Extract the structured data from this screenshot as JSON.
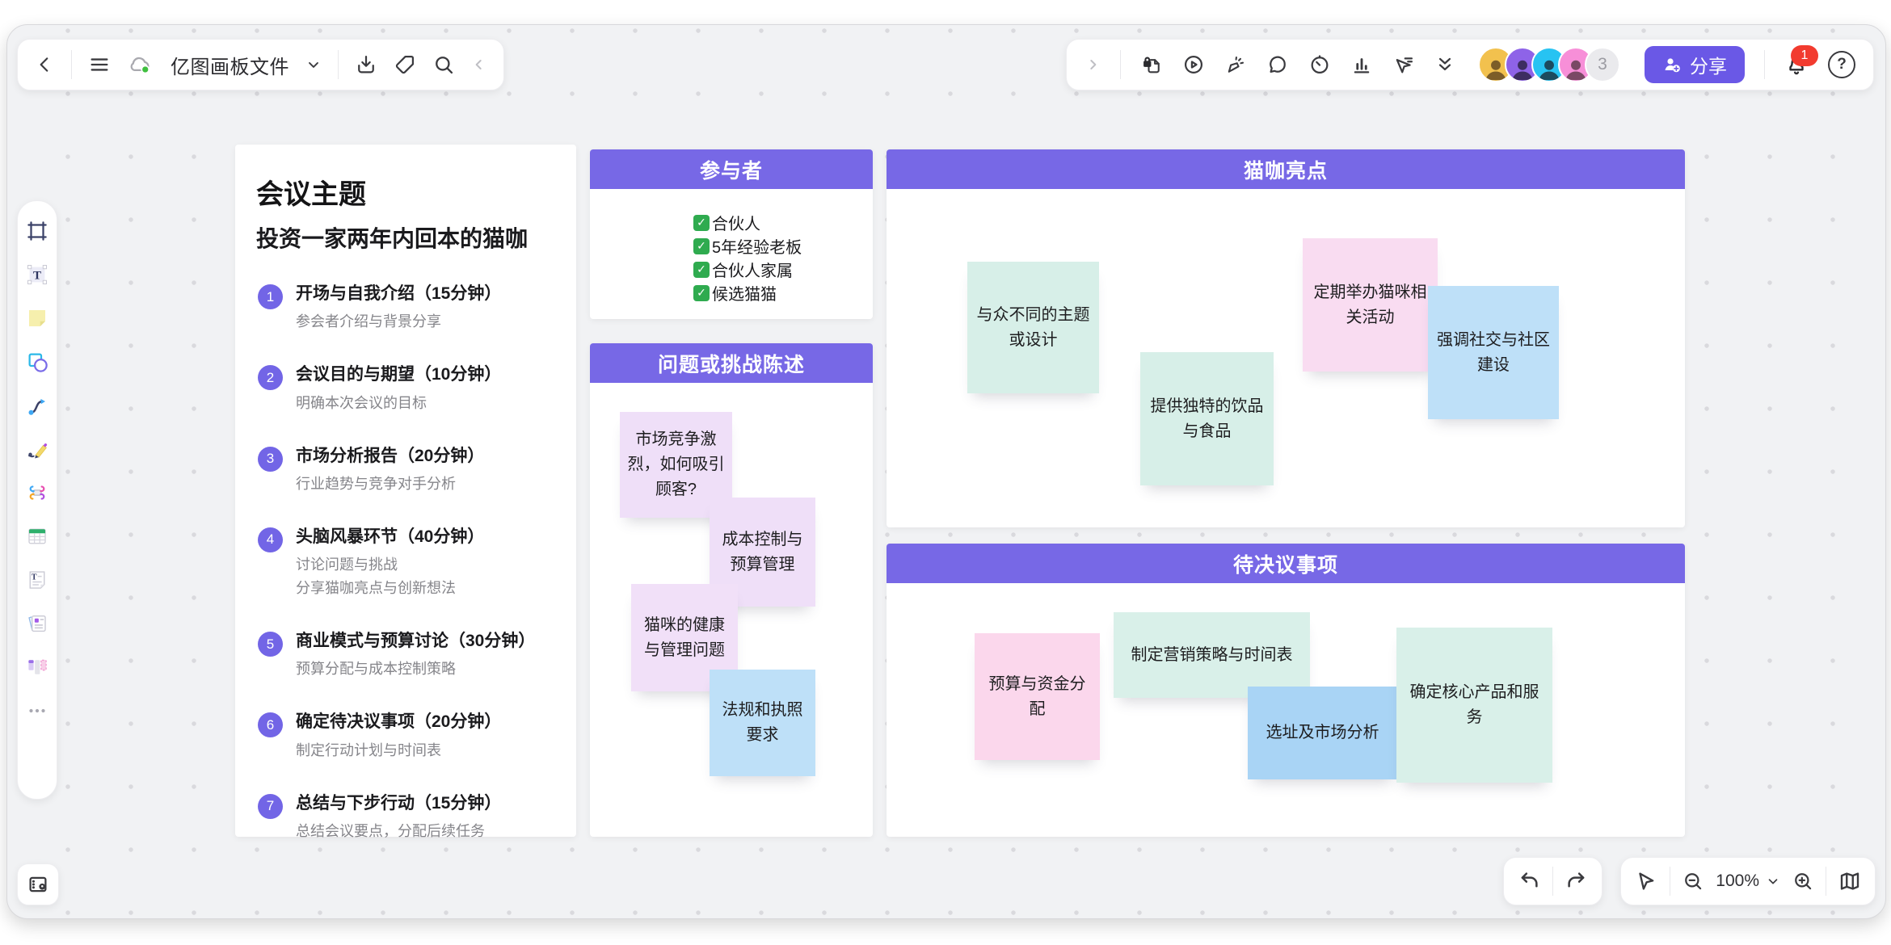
{
  "colors": {
    "accent_purple": "#7768E6",
    "share_button": "#6A58E6",
    "number_circle": "#7265E6",
    "canvas_bg": "#F1F2F4",
    "badge_red": "#F23B2F",
    "check_green": "#2FAB4F",
    "avatar_bgs": [
      "#F2C14E",
      "#8E63E8",
      "#27C3F2",
      "#F78FD8"
    ]
  },
  "topbar": {
    "title": "亿图画板文件",
    "left_icons": [
      "back-icon",
      "menu-icon",
      "cloud-synced-icon",
      "chevron-down-icon",
      "download-icon",
      "tag-icon",
      "search-icon",
      "collapse-left-icon"
    ],
    "right_icons": [
      "expand-right-icon",
      "locked-file-icon",
      "present-play-icon",
      "laser-pointer-icon",
      "comment-icon",
      "timer-icon",
      "poll-chart-icon",
      "follow-cursor-icon",
      "double-chevron-down-icon"
    ],
    "member_count": "3",
    "share_label": "分享",
    "notification_badge": "1",
    "help_label": "?"
  },
  "sidebar": {
    "tools": [
      "frame-tool",
      "text-tool",
      "sticky-note-tool",
      "shape-tool",
      "connector-tool",
      "pen-tool",
      "mindmap-tool",
      "table-tool",
      "document-tool",
      "card-tool",
      "kanban-tool",
      "more-tools"
    ]
  },
  "controls": {
    "zoom_label": "100%",
    "icons": [
      "undo-icon",
      "redo-icon",
      "cursor-icon",
      "zoom-out-icon",
      "zoom-in-icon",
      "minimap-icon",
      "board-notes-icon"
    ]
  },
  "board": {
    "agenda": {
      "title": "会议主题",
      "subtitle": "投资一家两年内回本的猫咖",
      "items": [
        {
          "num": "1",
          "title": "开场与自我介绍（15分钟）",
          "desc": [
            "参会者介绍与背景分享"
          ]
        },
        {
          "num": "2",
          "title": "会议目的与期望（10分钟）",
          "desc": [
            "明确本次会议的目标"
          ]
        },
        {
          "num": "3",
          "title": "市场分析报告（20分钟）",
          "desc": [
            "行业趋势与竞争对手分析"
          ]
        },
        {
          "num": "4",
          "title": "头脑风暴环节（40分钟）",
          "desc": [
            "讨论问题与挑战",
            "分享猫咖亮点与创新想法"
          ]
        },
        {
          "num": "5",
          "title": "商业模式与预算讨论（30分钟）",
          "desc": [
            "预算分配与成本控制策略"
          ]
        },
        {
          "num": "6",
          "title": "确定待决议事项（20分钟）",
          "desc": [
            "制定行动计划与时间表"
          ]
        },
        {
          "num": "7",
          "title": "总结与下步行动（15分钟）",
          "desc": [
            "总结会议要点，分配后续任务"
          ]
        }
      ]
    },
    "participants": {
      "header": "参与者",
      "items": [
        "合伙人",
        "5年经验老板",
        "合伙人家属",
        "候选猫猫"
      ]
    },
    "problems": {
      "header": "问题或挑战陈述",
      "notes": [
        {
          "text": "市场竞争激烈，如何吸引顾客?",
          "color": "#EFDFF8"
        },
        {
          "text": "成本控制与预算管理",
          "color": "#EFDFF8"
        },
        {
          "text": "猫咪的健康与管理问题",
          "color": "#F1E0F8"
        },
        {
          "text": "法规和执照要求",
          "color": "#BEE0F8"
        }
      ]
    },
    "highlights": {
      "header": "猫咖亮点",
      "notes": [
        {
          "text": "与众不同的主题或设计",
          "color": "#D7EFE8"
        },
        {
          "text": "提供独特的饮品与食品",
          "color": "#D7EFE8"
        },
        {
          "text": "定期举办猫咪相关活动",
          "color": "#F9DCF1"
        },
        {
          "text": "强调社交与社区建设",
          "color": "#BEE0F8"
        }
      ]
    },
    "decisions": {
      "header": "待决议事项",
      "notes": [
        {
          "text": "预算与资金分配",
          "color": "#FBD7EC"
        },
        {
          "text": "制定营销策略与时间表",
          "color": "#D9F0E9"
        },
        {
          "text": "选址及市场分析",
          "color": "#A9D4F5"
        },
        {
          "text": "确定核心产品和服务",
          "color": "#D9F0E9"
        }
      ]
    }
  }
}
